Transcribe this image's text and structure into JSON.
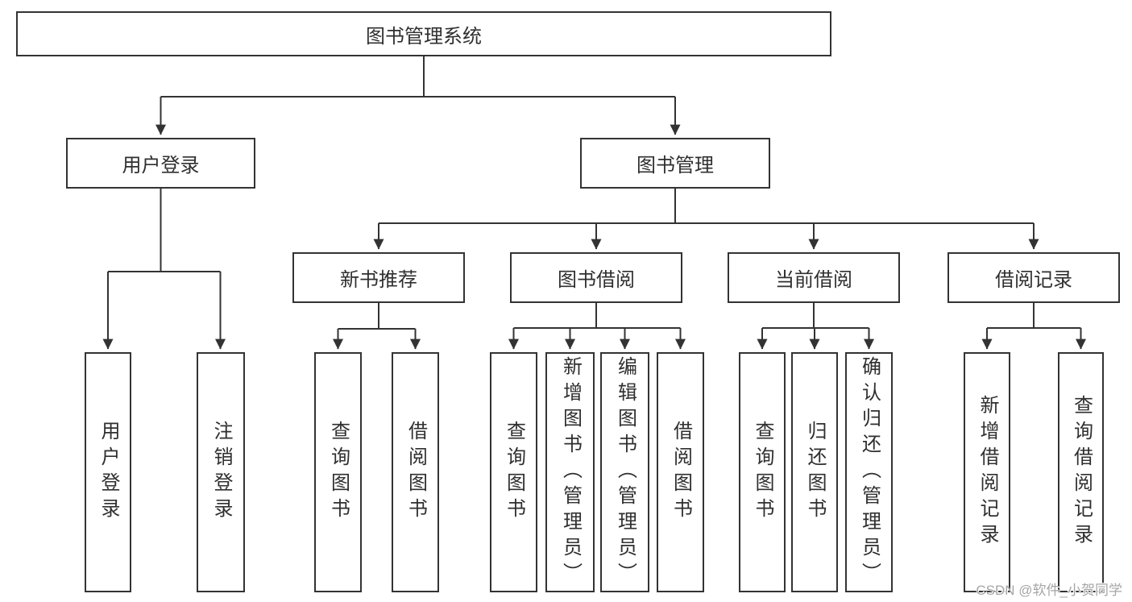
{
  "tree": {
    "root": "图书管理系统",
    "branches": [
      {
        "label": "用户登录",
        "children": [
          "用户登录",
          "注销登录"
        ]
      },
      {
        "label": "图书管理",
        "groups": [
          {
            "label": "新书推荐",
            "children": [
              "查询图书",
              "借阅图书"
            ]
          },
          {
            "label": "图书借阅",
            "children": [
              "查询图书",
              "新增图书（管理员）",
              "编辑图书（管理员）",
              "借阅图书"
            ]
          },
          {
            "label": "当前借阅",
            "children": [
              "查询图书",
              "归还图书",
              "确认归还（管理员）"
            ]
          },
          {
            "label": "借阅记录",
            "children": [
              "新增借阅记录",
              "查询借阅记录"
            ]
          }
        ]
      }
    ]
  },
  "watermark": "CSDN @软件_小贺同学",
  "colors": {
    "line": "#333333",
    "text": "#2f2f2f",
    "box-bg": "#ffffff",
    "watermark": "#a6a6a6",
    "background": "#ffffff"
  }
}
